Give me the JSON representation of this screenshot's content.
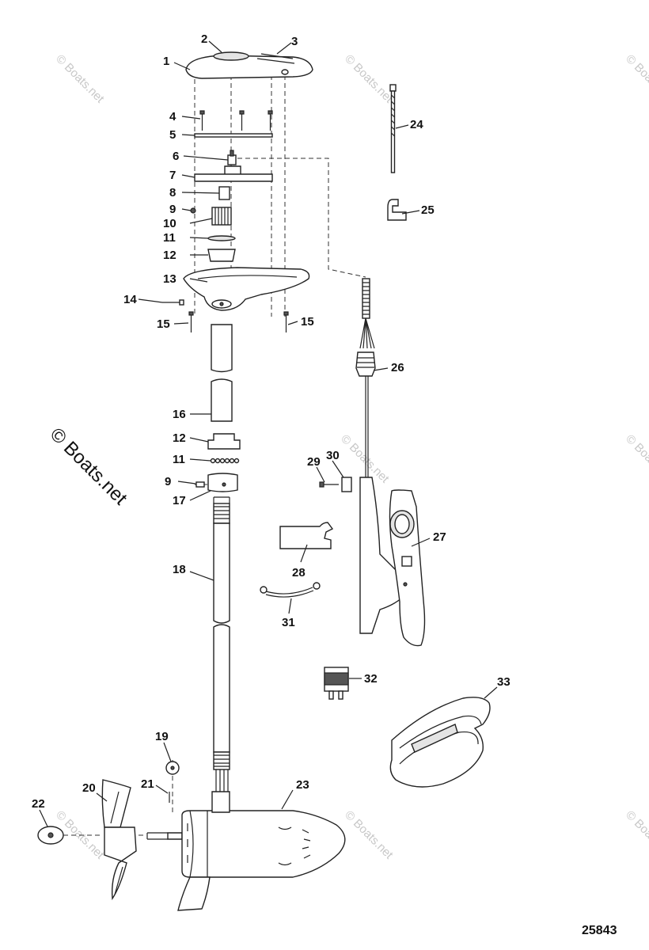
{
  "diagram": {
    "figure_number": "25843",
    "watermark_main": "© Boats.net",
    "watermark_faint": "© Boats.net",
    "callouts": [
      {
        "key": "c1",
        "label": "1"
      },
      {
        "key": "c2",
        "label": "2"
      },
      {
        "key": "c3",
        "label": "3"
      },
      {
        "key": "c4",
        "label": "4"
      },
      {
        "key": "c5",
        "label": "5"
      },
      {
        "key": "c6",
        "label": "6"
      },
      {
        "key": "c7",
        "label": "7"
      },
      {
        "key": "c8",
        "label": "8"
      },
      {
        "key": "c9a",
        "label": "9"
      },
      {
        "key": "c10",
        "label": "10"
      },
      {
        "key": "c11a",
        "label": "11"
      },
      {
        "key": "c12a",
        "label": "12"
      },
      {
        "key": "c13",
        "label": "13"
      },
      {
        "key": "c14",
        "label": "14"
      },
      {
        "key": "c15a",
        "label": "15"
      },
      {
        "key": "c15b",
        "label": "15"
      },
      {
        "key": "c16",
        "label": "16"
      },
      {
        "key": "c12b",
        "label": "12"
      },
      {
        "key": "c11b",
        "label": "11"
      },
      {
        "key": "c9b",
        "label": "9"
      },
      {
        "key": "c17",
        "label": "17"
      },
      {
        "key": "c18",
        "label": "18"
      },
      {
        "key": "c19",
        "label": "19"
      },
      {
        "key": "c20",
        "label": "20"
      },
      {
        "key": "c21",
        "label": "21"
      },
      {
        "key": "c22",
        "label": "22"
      },
      {
        "key": "c23",
        "label": "23"
      },
      {
        "key": "c24",
        "label": "24"
      },
      {
        "key": "c25",
        "label": "25"
      },
      {
        "key": "c26",
        "label": "26"
      },
      {
        "key": "c27",
        "label": "27"
      },
      {
        "key": "c28",
        "label": "28"
      },
      {
        "key": "c29",
        "label": "29"
      },
      {
        "key": "c30",
        "label": "30"
      },
      {
        "key": "c31",
        "label": "31"
      },
      {
        "key": "c32",
        "label": "32"
      },
      {
        "key": "c33",
        "label": "33"
      }
    ]
  }
}
